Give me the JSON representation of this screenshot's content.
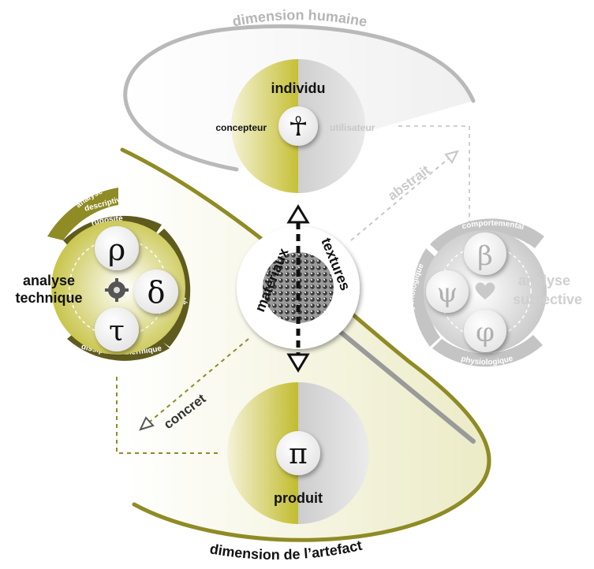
{
  "top_dimension": "dimension humaine",
  "bottom_dimension": "dimension de l’artefact",
  "individu": {
    "title": "individu",
    "left_label": "concepteur",
    "right_label": "utilisateur",
    "symbol": "☥"
  },
  "produit": {
    "title": "produit",
    "symbol": "π"
  },
  "center": {
    "left_label": "matériaux",
    "right_label": "textures"
  },
  "arrows": {
    "abstract_label": "abstrait",
    "concrete_label": "concret"
  },
  "technique": {
    "title_line1": "analyse",
    "title_line2": "technique",
    "outer_label_line1": "analyse",
    "outer_label_line2": "descriptive",
    "rho_label": "rugosité",
    "delta_label": "dureté",
    "tau_label": "dissipation thermique",
    "rho_symbol": "ρ",
    "delta_symbol": "δ",
    "tau_symbol": "τ"
  },
  "subjective": {
    "title_line1": "analyse",
    "title_line2": "subjective",
    "beta_label": "comportemental",
    "psi_label": "psychologique",
    "phi_label": "physiologique",
    "beta_symbol": "β",
    "psi_symbol": "ψ",
    "phi_symbol": "φ"
  },
  "colors": {
    "olive": "#8f8b25",
    "olive_dark": "#5f5b1f",
    "olive_light": "#c9c45a",
    "grey": "#b8b8b8",
    "grey_light": "#d6d6d6",
    "text_dark": "#111111"
  }
}
